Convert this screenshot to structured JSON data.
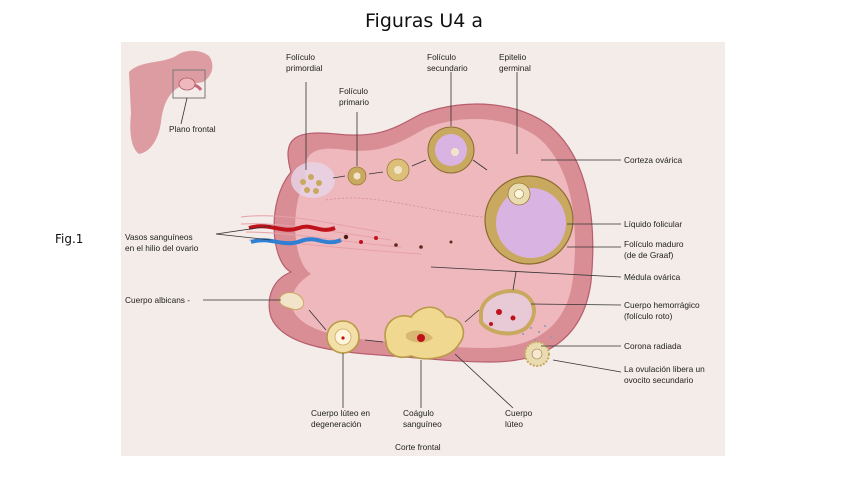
{
  "slide": {
    "title": "Figuras U4 a",
    "figure_label": "Fig.1"
  },
  "diagram": {
    "inset_label": "Plano frontal",
    "bottom_caption": "Corte frontal",
    "colors": {
      "background": "#f3ece8",
      "stroma": "#efb8bc",
      "cortex": "#d88e94",
      "follicle_fluid": "#d9b4e2",
      "granulosa": "#c9a860",
      "blood": "#c0121b",
      "vein": "#2f7fd4"
    },
    "labels": {
      "foliculo_primordial": [
        "Folículo",
        "primordial"
      ],
      "foliculo_primario": [
        "Folículo",
        "primario"
      ],
      "foliculo_secundario": [
        "Folículo",
        "secundario"
      ],
      "epitelio_germinal": [
        "Epitelio",
        "germinal"
      ],
      "corteza_ovarica": [
        "Corteza ovárica"
      ],
      "liquido_folicular": [
        "Líquido folicular"
      ],
      "foliculo_maduro": [
        "Folículo maduro",
        "(de de Graaf)"
      ],
      "medula_ovarica": [
        "Médula ovárica"
      ],
      "cuerpo_hemorragico": [
        "Cuerpo hemorrágico",
        "(folículo roto)"
      ],
      "corona_radiada": [
        "Corona radiada"
      ],
      "ovulacion": [
        "La ovulación libera un",
        "ovocito secundario"
      ],
      "vasos_sanguineos": [
        "Vasos sanguíneos",
        "en el hilio del ovario"
      ],
      "cuerpo_albicans": [
        "Cuerpo albicans -"
      ],
      "cuerpo_luteo_degeneracion": [
        "Cuerpo lúteo en",
        "degeneración"
      ],
      "coagulo_sanguineo": [
        "Coágulo",
        "sanguíneo"
      ],
      "cuerpo_luteo": [
        "Cuerpo",
        "lúteo"
      ]
    }
  }
}
